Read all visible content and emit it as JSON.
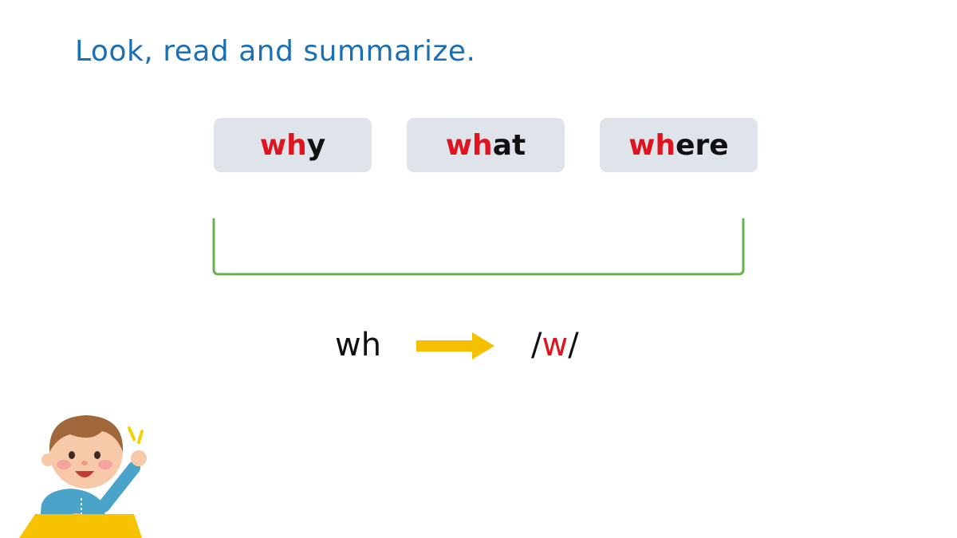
{
  "title": "Look, read and summarize.",
  "words": [
    {
      "highlight": "wh",
      "rest": "y"
    },
    {
      "highlight": "wh",
      "rest": "at"
    },
    {
      "highlight": "wh",
      "rest": "ere"
    }
  ],
  "rule": {
    "digraph": "wh",
    "phoneme_open": "/",
    "phoneme_sound": "w",
    "phoneme_close": "/"
  },
  "colors": {
    "title": "#1a6fb5",
    "highlight": "#e0141e",
    "card_bg": "#dfe3ea",
    "bracket": "#6ab04c",
    "arrow": "#f5c000"
  },
  "icons": {
    "arrow": "right-arrow-icon",
    "boy": "boy-raising-hand-illustration"
  }
}
